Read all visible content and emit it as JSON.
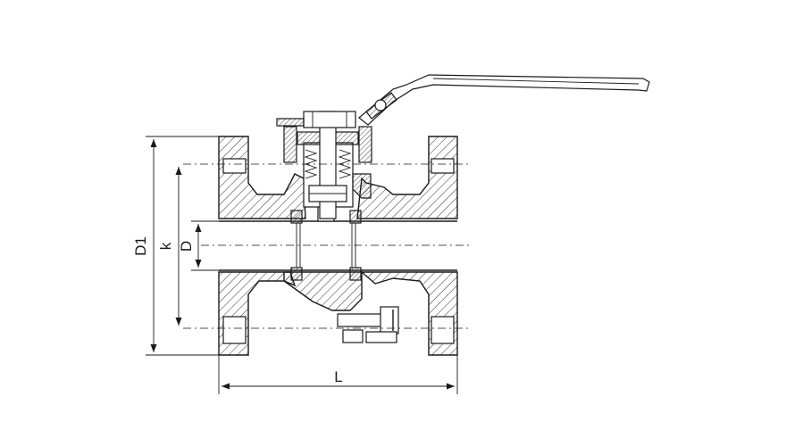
{
  "dimensions": {
    "d1_label": "D1",
    "k_label": "k",
    "d_label": "D",
    "l_label": "L"
  },
  "colors": {
    "line": "#1a1a1a",
    "background": "#ffffff"
  }
}
